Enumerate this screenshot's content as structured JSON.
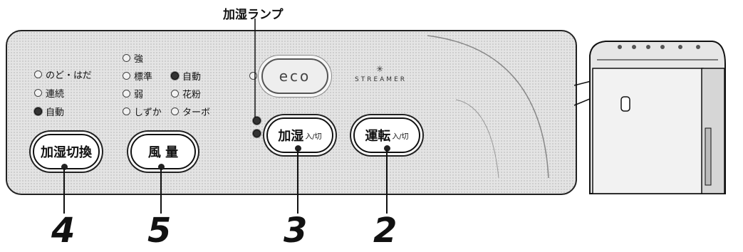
{
  "header": {
    "lamp_label": "加湿ランプ"
  },
  "indicators": {
    "humid_mode": [
      {
        "label": "のど・はだ",
        "on": false
      },
      {
        "label": "連続",
        "on": false
      },
      {
        "label": "自動",
        "on": true
      }
    ],
    "fan_speed": [
      {
        "label": "強",
        "on": false
      },
      {
        "label": "標準",
        "on": false
      },
      {
        "label": "弱",
        "on": false
      },
      {
        "label": "しずか",
        "on": false
      }
    ],
    "mode": [
      {
        "label": "自動",
        "on": true
      },
      {
        "label": "花粉",
        "on": false
      },
      {
        "label": "ターボ",
        "on": false
      }
    ]
  },
  "buttons": {
    "humid_switch": {
      "label": "加湿切換"
    },
    "fan": {
      "label": "風 量"
    },
    "humid_power": {
      "label": "加湿",
      "sub": "入/切"
    },
    "run_power": {
      "label": "運転",
      "sub": "入/切"
    },
    "eco": {
      "label": "eco"
    }
  },
  "branding": {
    "streamer": "STREAMER"
  },
  "callouts": {
    "c4": "4",
    "c5": "5",
    "c3": "3",
    "c2": "2"
  },
  "colors": {
    "panel": "#e4e4e4",
    "ink": "#111111"
  }
}
